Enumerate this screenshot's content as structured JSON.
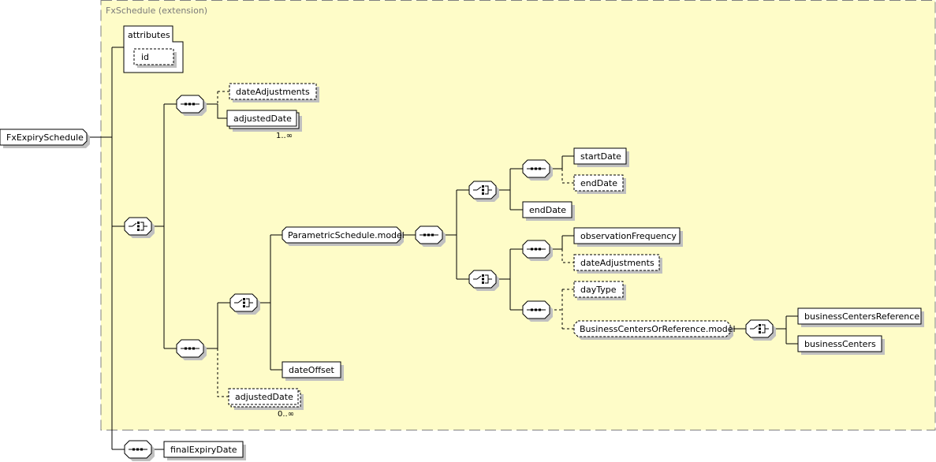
{
  "diagram": {
    "root": "FxExpirySchedule",
    "extension_title": "FxSchedule (extension)",
    "attributes_label": "attributes",
    "attribute_id": "id",
    "elements": {
      "dateAdjustments_1": "dateAdjustments",
      "adjustedDate_1": "adjustedDate",
      "adjustedDate_1_occ": "1..∞",
      "parametricModel": "ParametricSchedule.model",
      "dateOffset": "dateOffset",
      "adjustedDate_2": "adjustedDate",
      "adjustedDate_2_occ": "0..∞",
      "startDate": "startDate",
      "endDate_opt": "endDate",
      "endDate": "endDate",
      "observationFrequency": "observationFrequency",
      "dateAdjustments_2": "dateAdjustments",
      "dayType": "dayType",
      "businessCentersModel": "BusinessCentersOrReference.model",
      "businessCentersReference": "businessCentersReference",
      "businessCenters": "businessCenters",
      "finalExpiryDate": "finalExpiryDate"
    },
    "colors": {
      "extension_bg": "#fefcc8",
      "extension_border": "#808080",
      "shadow": "#c0c0c0",
      "line": "#000000"
    }
  }
}
